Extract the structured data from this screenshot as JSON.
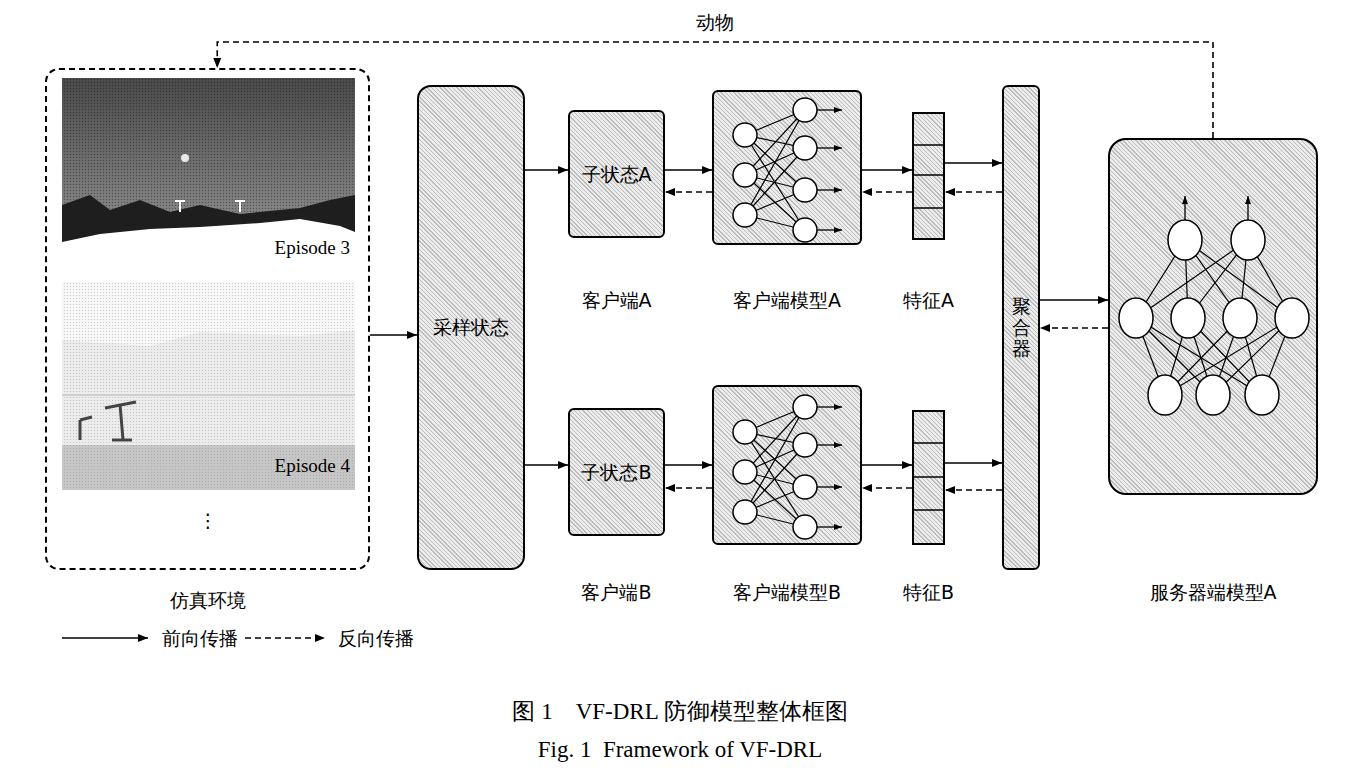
{
  "diagram": {
    "caption": "图 1　VF-DRL 防御模型整体框图",
    "nodes": [
      {
        "text": [
          "仿真环境"
        ]
      },
      {
        "text": [
          "采样状态"
        ]
      },
      {
        "text": [
          "子状态A",
          "客户端A"
        ]
      },
      {
        "text": [
          "客户端模型A"
        ]
      },
      {
        "text": [
          "特征A"
        ]
      },
      {
        "text": [
          "聚合器"
        ]
      },
      {
        "text": [
          "服务器端模型A"
        ]
      },
      {
        "text": [
          "子状态B",
          "客户端B"
        ]
      },
      {
        "text": [
          "客户端模型B"
        ]
      },
      {
        "text": [
          "特征B"
        ]
      }
    ],
    "edges": [
      {
        "from": 0,
        "to": 1,
        "arrow": "to"
      },
      {
        "from": 1,
        "to": 2,
        "arrow": "to"
      },
      {
        "from": 1,
        "to": 7,
        "arrow": "to"
      },
      {
        "from": 2,
        "to": 3,
        "arrow": "to"
      },
      {
        "from": 3,
        "to": 2,
        "arrow": "to"
      },
      {
        "from": 3,
        "to": 4,
        "arrow": "to"
      },
      {
        "from": 4,
        "to": 3,
        "arrow": "to"
      },
      {
        "from": 4,
        "to": 5,
        "arrow": "to"
      },
      {
        "from": 5,
        "to": 4,
        "arrow": "to"
      },
      {
        "from": 7,
        "to": 8,
        "arrow": "to"
      },
      {
        "from": 8,
        "to": 7,
        "arrow": "to"
      },
      {
        "from": 8,
        "to": 9,
        "arrow": "to"
      },
      {
        "from": 9,
        "to": 8,
        "arrow": "to"
      },
      {
        "from": 9,
        "to": 5,
        "arrow": "to"
      },
      {
        "from": 5,
        "to": 9,
        "arrow": "to"
      },
      {
        "from": 5,
        "to": 6,
        "arrow": "to"
      },
      {
        "from": 6,
        "to": 5,
        "arrow": "to"
      },
      {
        "from": 6,
        "to": 0,
        "label": "动物",
        "arrow": "to"
      }
    ],
    "labels": [
      "Episode 3",
      "Episode 4",
      "⋮",
      "Fig. 1  Framework of VF-DRL"
    ],
    "legend": [
      {
        "text": "前向传播"
      },
      {
        "text": "反向传播"
      }
    ]
  }
}
